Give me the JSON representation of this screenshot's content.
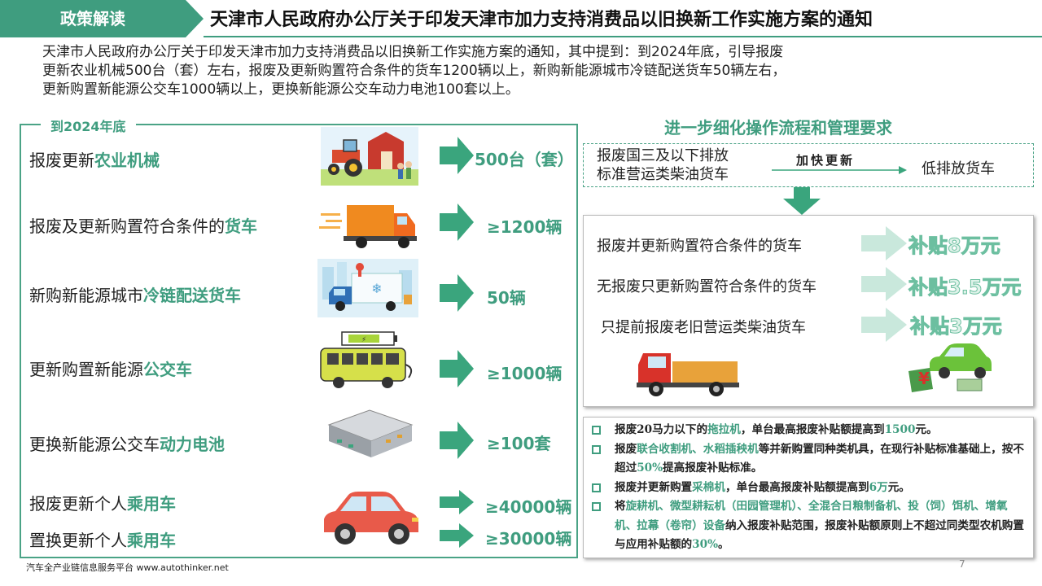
{
  "header": {
    "tag": "政策解读",
    "title": "天津市人民政府办公厅关于印发天津市加力支持消费品以旧换新工作实施方案的通知"
  },
  "intro": {
    "line1": "天津市人民政府办公厅关于印发天津市加力支持消费品以旧换新工作实施方案的通知，其中提到：到2024年底，引导报废",
    "line2": "更新农业机械500台（套）左右，报废及更新购置符合条件的货车1200辆以上，新购新能源城市冷链配送货车50辆左右，",
    "line3": "更新购置新能源公交车1000辆以上，更换新能源公交车动力电池100套以上。"
  },
  "left": {
    "legend": "到2024年底",
    "rows": [
      {
        "pre": "报废更新",
        "hl": "农业机械",
        "value": "500台（套）"
      },
      {
        "pre": "报废及更新购置符合条件的",
        "hl": "货车",
        "value": "≥1200辆"
      },
      {
        "pre": "新购新能源城市",
        "hl": "冷链配送货车",
        "value": "50辆"
      },
      {
        "pre": "更新购置新能源",
        "hl": "公交车",
        "value": "≥1000辆"
      },
      {
        "pre": "更换新能源公交车",
        "hl": "动力电池",
        "value": "≥100套"
      },
      {
        "pre": "报废更新个人",
        "hl": "乘用车",
        "value": "≥40000辆"
      },
      {
        "pre": "置换更新个人",
        "hl": "乘用车",
        "value": "≥30000辆"
      }
    ]
  },
  "right": {
    "title": "进一步细化操作流程和管理要求",
    "flow": {
      "left_line1": "报废国三及以下排放",
      "left_line2": "标准营运类柴油货车",
      "middle": "加快更新",
      "right": "低排放货车"
    },
    "subsidies": [
      {
        "label": "报废并更新购置符合条件的货车",
        "value": "补贴8万元"
      },
      {
        "label": "无报废只更新购置符合条件的货车",
        "value": "补贴3.5万元"
      },
      {
        "label": "只提前报废老旧营运类柴油货车",
        "value": "补贴3万元"
      }
    ],
    "notes": {
      "n1": {
        "a": "报废20马力以下的",
        "b": "拖拉机",
        "c": "，单台最高报废补贴额提高到",
        "d": "1500",
        "e": "元。"
      },
      "n2": {
        "a": "报废",
        "b": "联合收割机、水稻插秧机",
        "c": "等并新购置同种类机具，在现行补贴标准基础上，按不超过",
        "d": "50%",
        "e": "提高报废补贴标准。"
      },
      "n3": {
        "a": "报废并更新购置",
        "b": "采棉机",
        "c": "，单台最高报废补贴额提高到",
        "d": "6万",
        "e": "元。"
      },
      "n4": {
        "a": "将",
        "b": "旋耕机、微型耕耘机（田园管理机）、全混合日粮制备机、投（饲）饵机、增氧机、拉幕（卷帘）设备",
        "c": "纳入报废补贴范围，报废补贴额原则上不超过同类型农机购置与应用补贴额的",
        "d": "30%",
        "e": "。"
      }
    }
  },
  "footer": {
    "source": "汽车全产业链信息服务平台 www.autothinker.net",
    "page": "7"
  },
  "colors": {
    "accent": "#3f9d7f",
    "arrow": "#3aa57d",
    "subsidy_arrow": "#c9e8dc"
  }
}
